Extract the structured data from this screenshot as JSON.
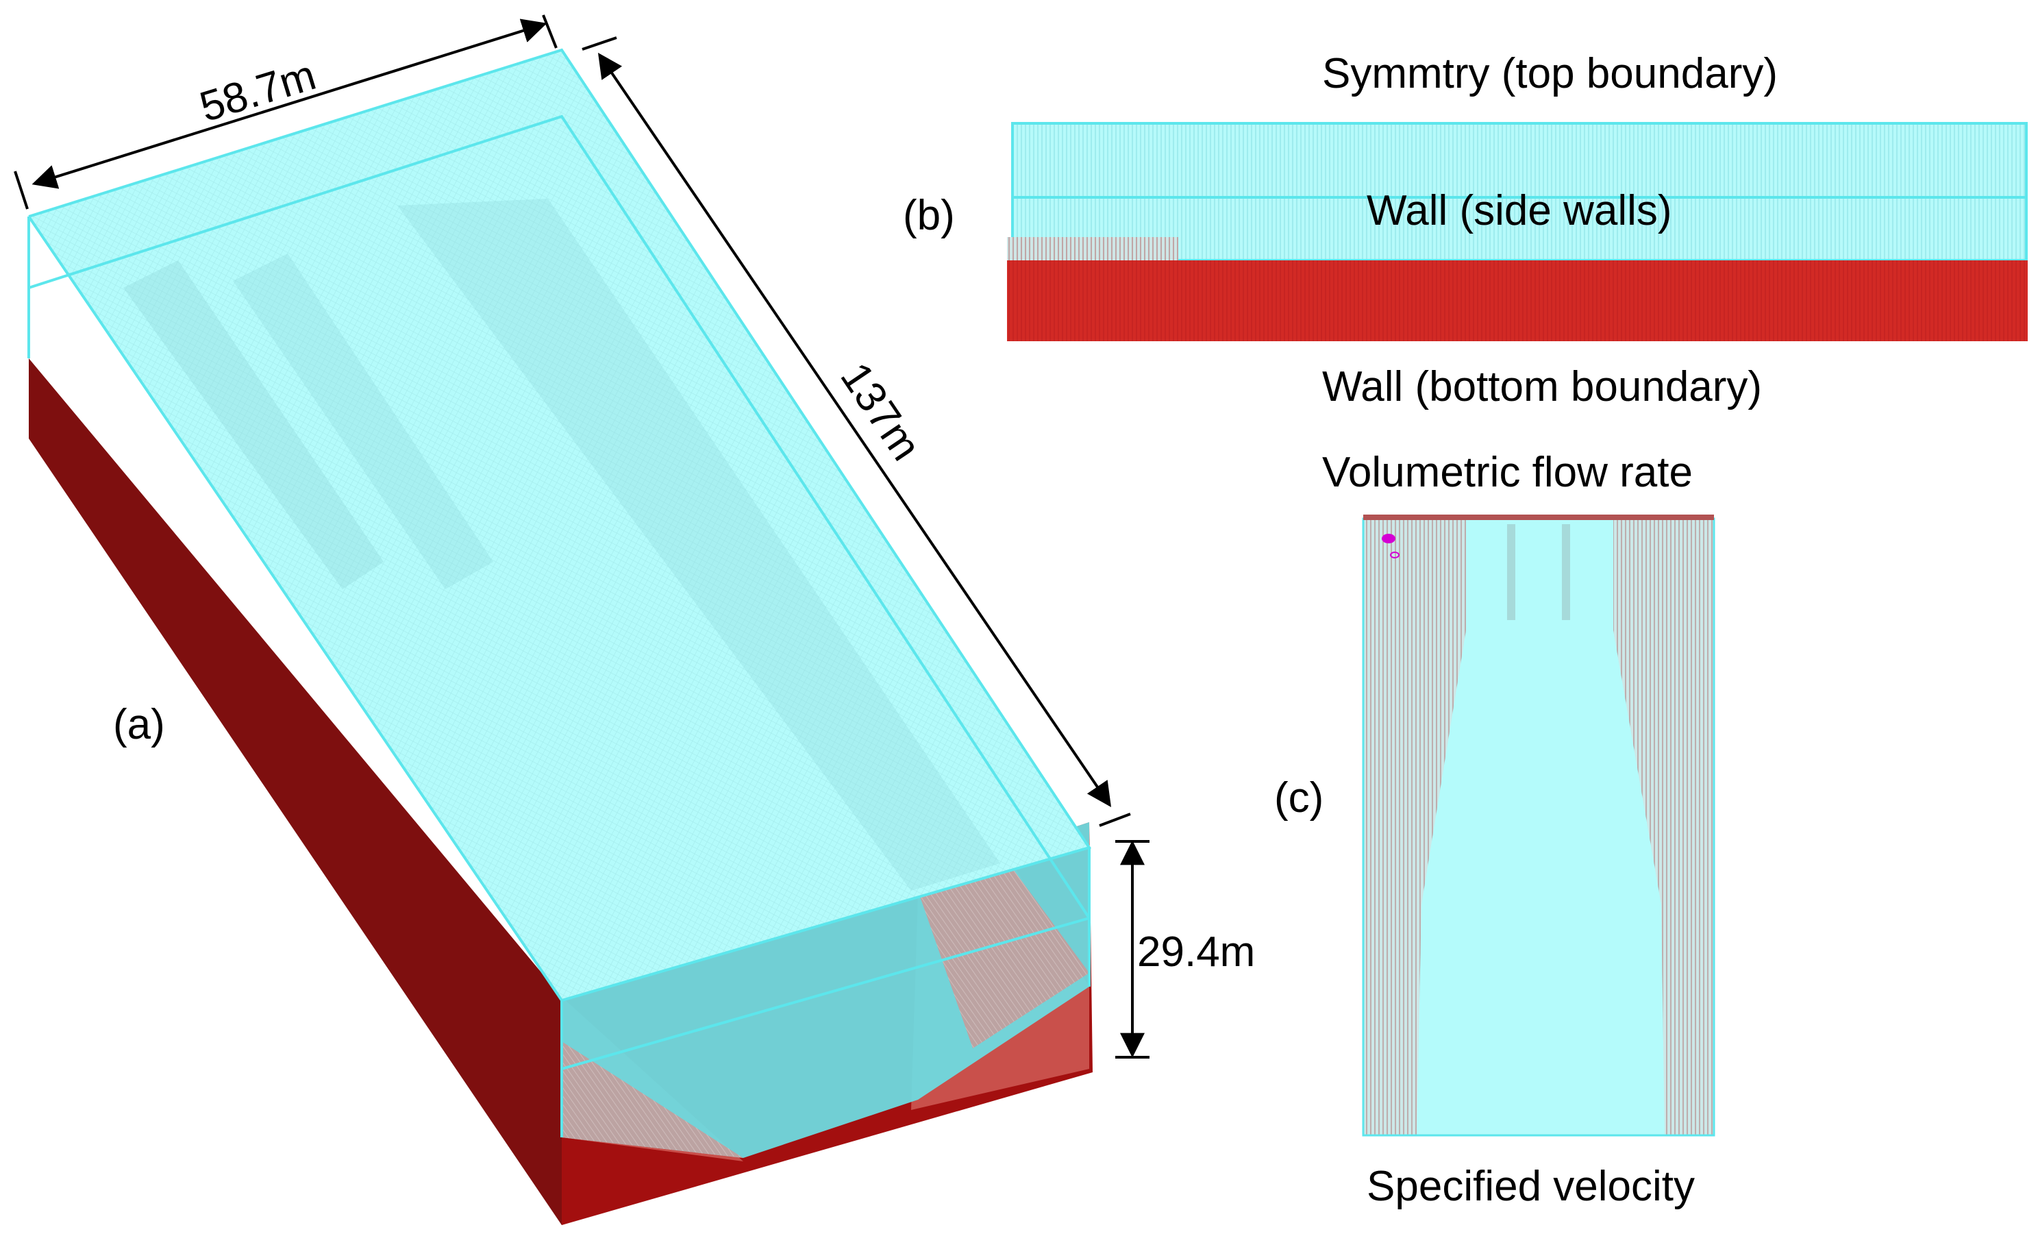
{
  "panels": {
    "a": {
      "label": "(a)",
      "dimensions": {
        "width": "58.7m",
        "length": "137m",
        "height": "29.4m"
      }
    },
    "b": {
      "label": "(b)",
      "boundaries": {
        "top": "Symmtry (top boundary)",
        "side": "Wall (side walls)",
        "bottom": "Wall (bottom boundary)"
      }
    },
    "c": {
      "label": "(c)",
      "boundaries": {
        "inlet": "Volumetric flow rate",
        "outlet": "Specified velocity"
      }
    }
  },
  "colors": {
    "fluid_cyan": "#b4fbfb",
    "cyan_edge": "#5ce6ec",
    "deep_cyan": "#6fdadf",
    "solid_red": "#d22a25",
    "dark_red": "#7e0f0f",
    "front_red": "#a30f0f",
    "marker_magenta": "#d400d4"
  }
}
